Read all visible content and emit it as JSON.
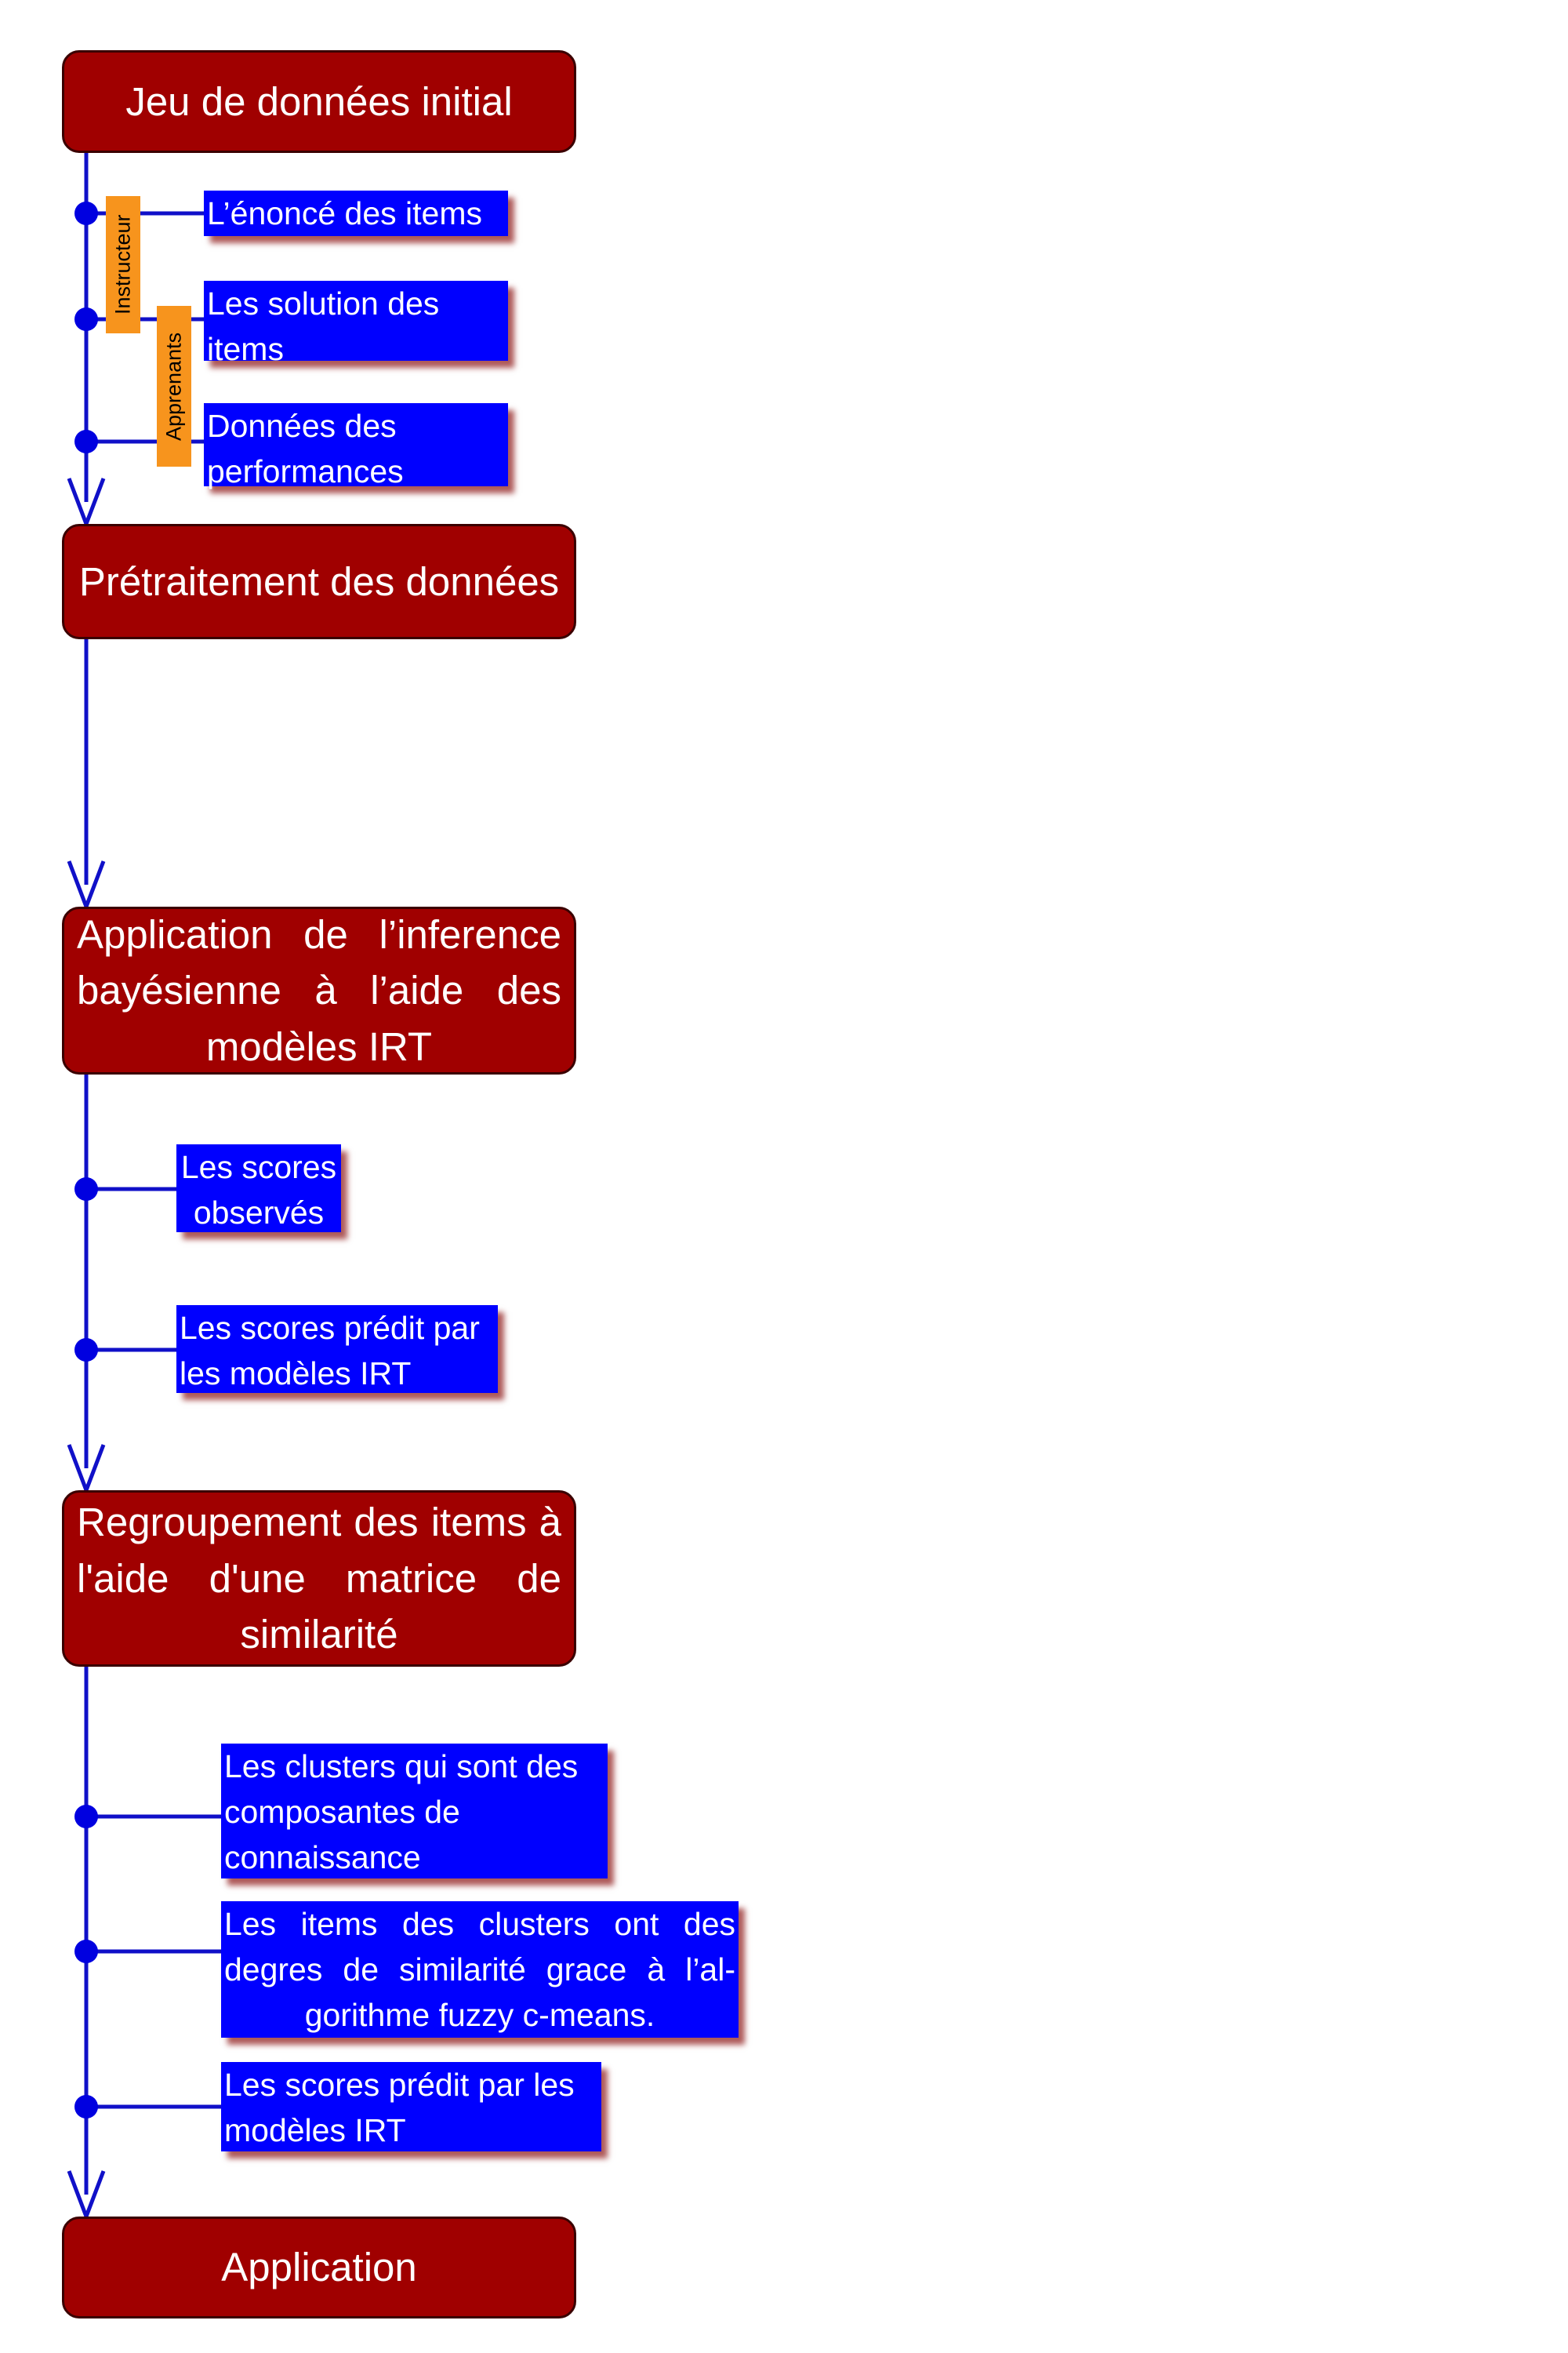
{
  "steps": [
    "Jeu de données initial",
    "Prétraitement des données",
    "Application de l’inference bayésienne à l’aide des modèles IRT",
    "Regroupement des items à l'aide d'une matrice de similarité",
    "Application"
  ],
  "tags": {
    "instructeur": "Instructeur",
    "apprenants": "Apprenants"
  },
  "group1": [
    "L’énoncé des items",
    "Les solution des items",
    "Données des performances"
  ],
  "group2": [
    "Les scores observés",
    "Les scores prédit par les modèles IRT"
  ],
  "group3": [
    "Les clusters qui sont des composantes de connaissance",
    "Les items des clusters ont des degres de similarité grace à l’al-gorithme fuzzy c-means.",
    "Les scores prédit par les modèles IRT"
  ],
  "colors": {
    "step_fill": "#a00000",
    "info_fill": "#0000ff",
    "tag_fill": "#f7941d",
    "line": "#1010c8"
  }
}
